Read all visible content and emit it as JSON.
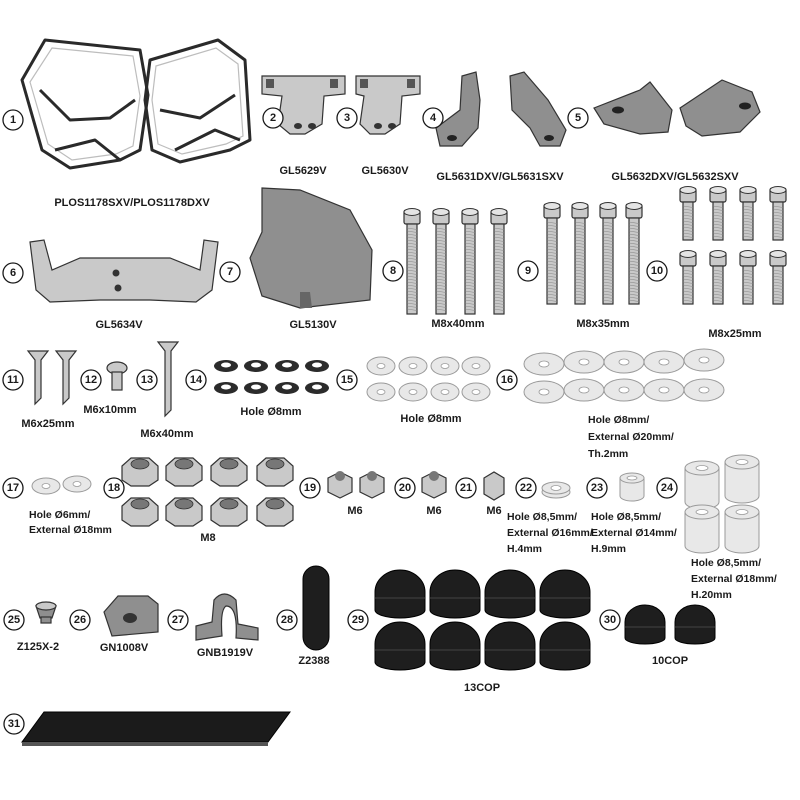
{
  "parts": {
    "p1": {
      "num": "1",
      "label": "PLOS1178SXV/PLOS1178DXV"
    },
    "p2": {
      "num": "2",
      "label": "GL5629V"
    },
    "p3": {
      "num": "3",
      "label": "GL5630V"
    },
    "p4": {
      "num": "4",
      "label": "GL5631DXV/GL5631SXV"
    },
    "p5": {
      "num": "5",
      "label": "GL5632DXV/GL5632SXV"
    },
    "p6": {
      "num": "6",
      "label": "GL5634V"
    },
    "p7": {
      "num": "7",
      "label": "GL5130V"
    },
    "p8": {
      "num": "8",
      "label": "M8x40mm"
    },
    "p9": {
      "num": "9",
      "label": "M8x35mm"
    },
    "p10": {
      "num": "10",
      "label": "M8x25mm"
    },
    "p11": {
      "num": "11",
      "label": "M6x25mm"
    },
    "p12": {
      "num": "12",
      "label": "M6x10mm"
    },
    "p13": {
      "num": "13",
      "label": "M6x40mm"
    },
    "p14": {
      "num": "14",
      "label": "Hole Ø8mm"
    },
    "p15": {
      "num": "15",
      "label": "Hole Ø8mm"
    },
    "p16": {
      "num": "16",
      "label_lines": [
        "Hole Ø8mm/",
        "External Ø20mm/",
        "Th.2mm"
      ]
    },
    "p17": {
      "num": "17",
      "label_lines": [
        "Hole Ø6mm/",
        "External Ø18mm"
      ]
    },
    "p18": {
      "num": "18",
      "label": "M8"
    },
    "p19": {
      "num": "19",
      "label": "M6"
    },
    "p20": {
      "num": "20",
      "label": "M6"
    },
    "p21": {
      "num": "21",
      "label": "M6"
    },
    "p22": {
      "num": "22",
      "label_lines": [
        "Hole Ø8,5mm/",
        "External Ø16mm/",
        "H.4mm"
      ]
    },
    "p23": {
      "num": "23",
      "label_lines": [
        "Hole Ø8,5mm/",
        "External Ø14mm/",
        "H.9mm"
      ]
    },
    "p24": {
      "num": "24",
      "label_lines": [
        "Hole Ø8,5mm/",
        "External Ø18mm/",
        "H.20mm"
      ]
    },
    "p25": {
      "num": "25",
      "label": "Z125X-2"
    },
    "p26": {
      "num": "26",
      "label": "GN1008V"
    },
    "p27": {
      "num": "27",
      "label": "GNB1919V"
    },
    "p28": {
      "num": "28",
      "label": "Z2388"
    },
    "p29": {
      "num": "29",
      "label": "13COP"
    },
    "p30": {
      "num": "30",
      "label": "10COP"
    },
    "p31": {
      "num": "31"
    }
  }
}
